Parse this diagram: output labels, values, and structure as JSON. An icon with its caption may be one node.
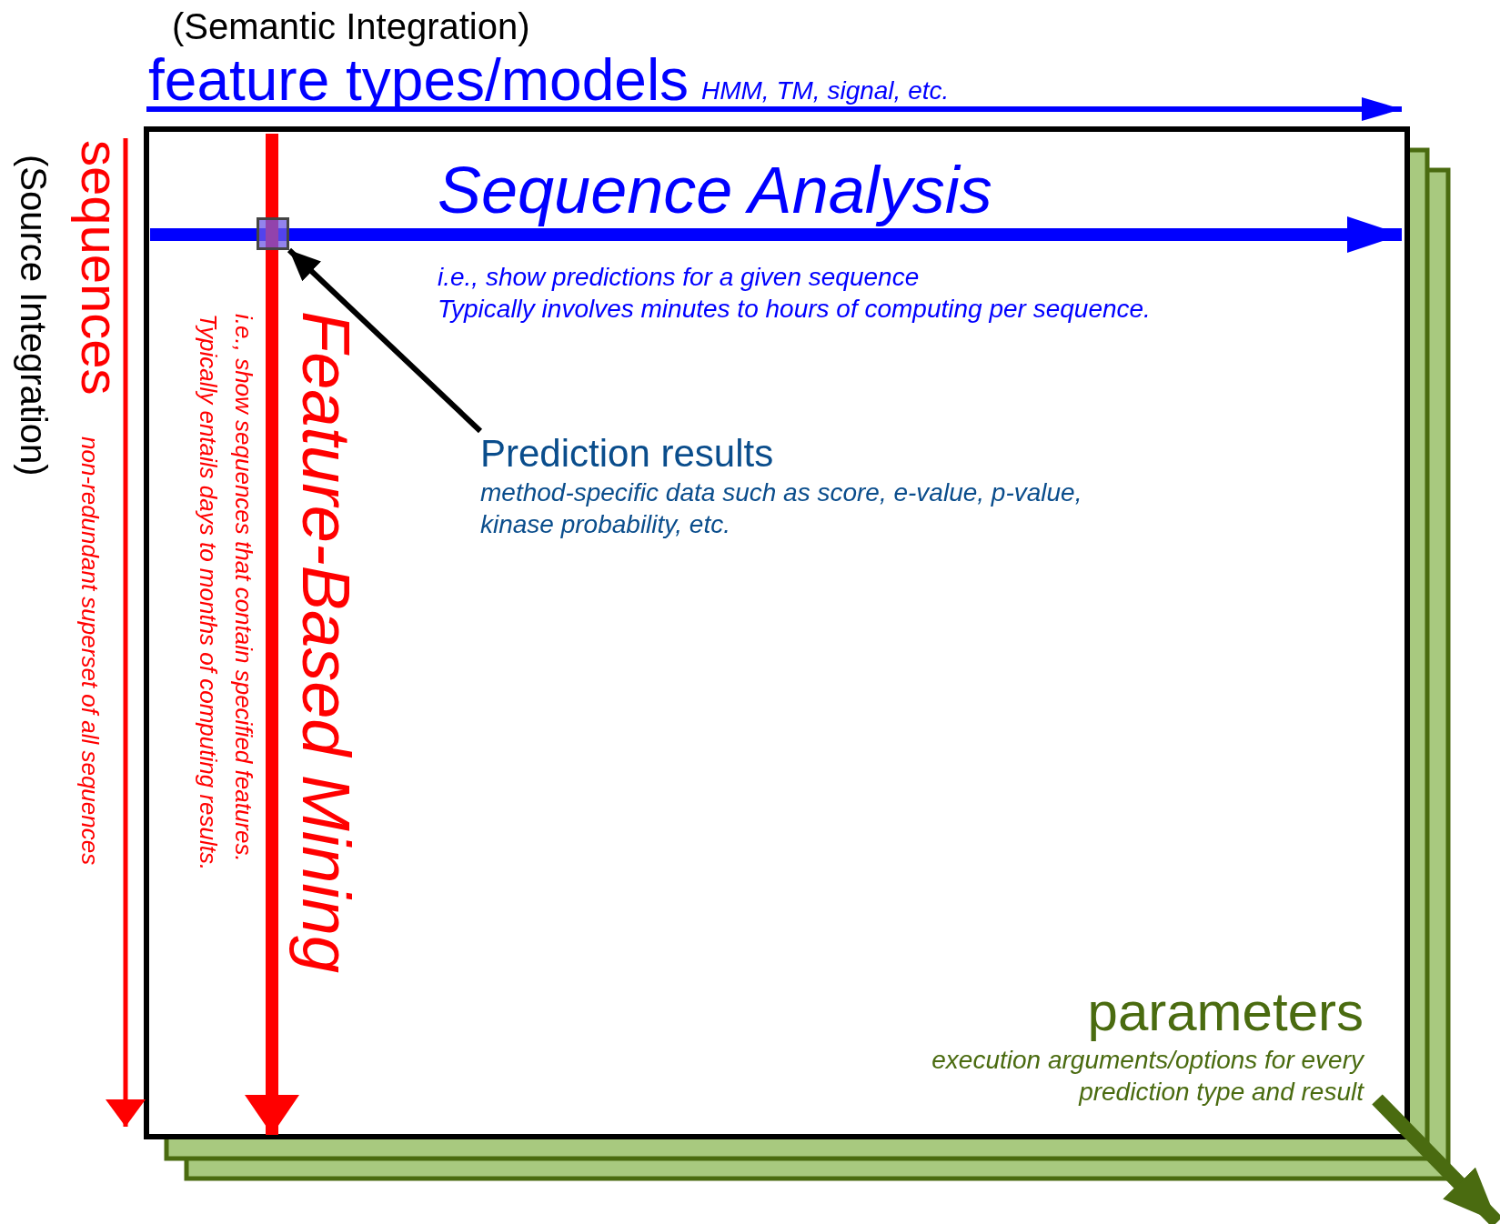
{
  "diagram": {
    "nodes": [
      {
        "text": [
          "Prediction results",
          "method-specific data such as score, e-value, p-value, kinase probability, etc."
        ]
      },
      {
        "text": [],
        "shape": "box"
      }
    ],
    "edges": [
      {
        "from": 0,
        "to": 1,
        "arrow": "to"
      }
    ],
    "labels": [
      "(Semantic Integration)",
      "feature types/models",
      "HMM, TM, signal, etc.",
      "(Source Integration)",
      "sequences",
      "non-redundant superset of all sequences",
      "Sequence Analysis",
      "i.e., show predictions for a given sequence",
      "Typically involves minutes to hours of computing per sequence.",
      "Feature-Based Mining",
      "i.e., show sequences that contain specified features.",
      "Typically entails days to months of computing results.",
      "parameters",
      "execution arguments/options for every prediction type and result"
    ]
  }
}
